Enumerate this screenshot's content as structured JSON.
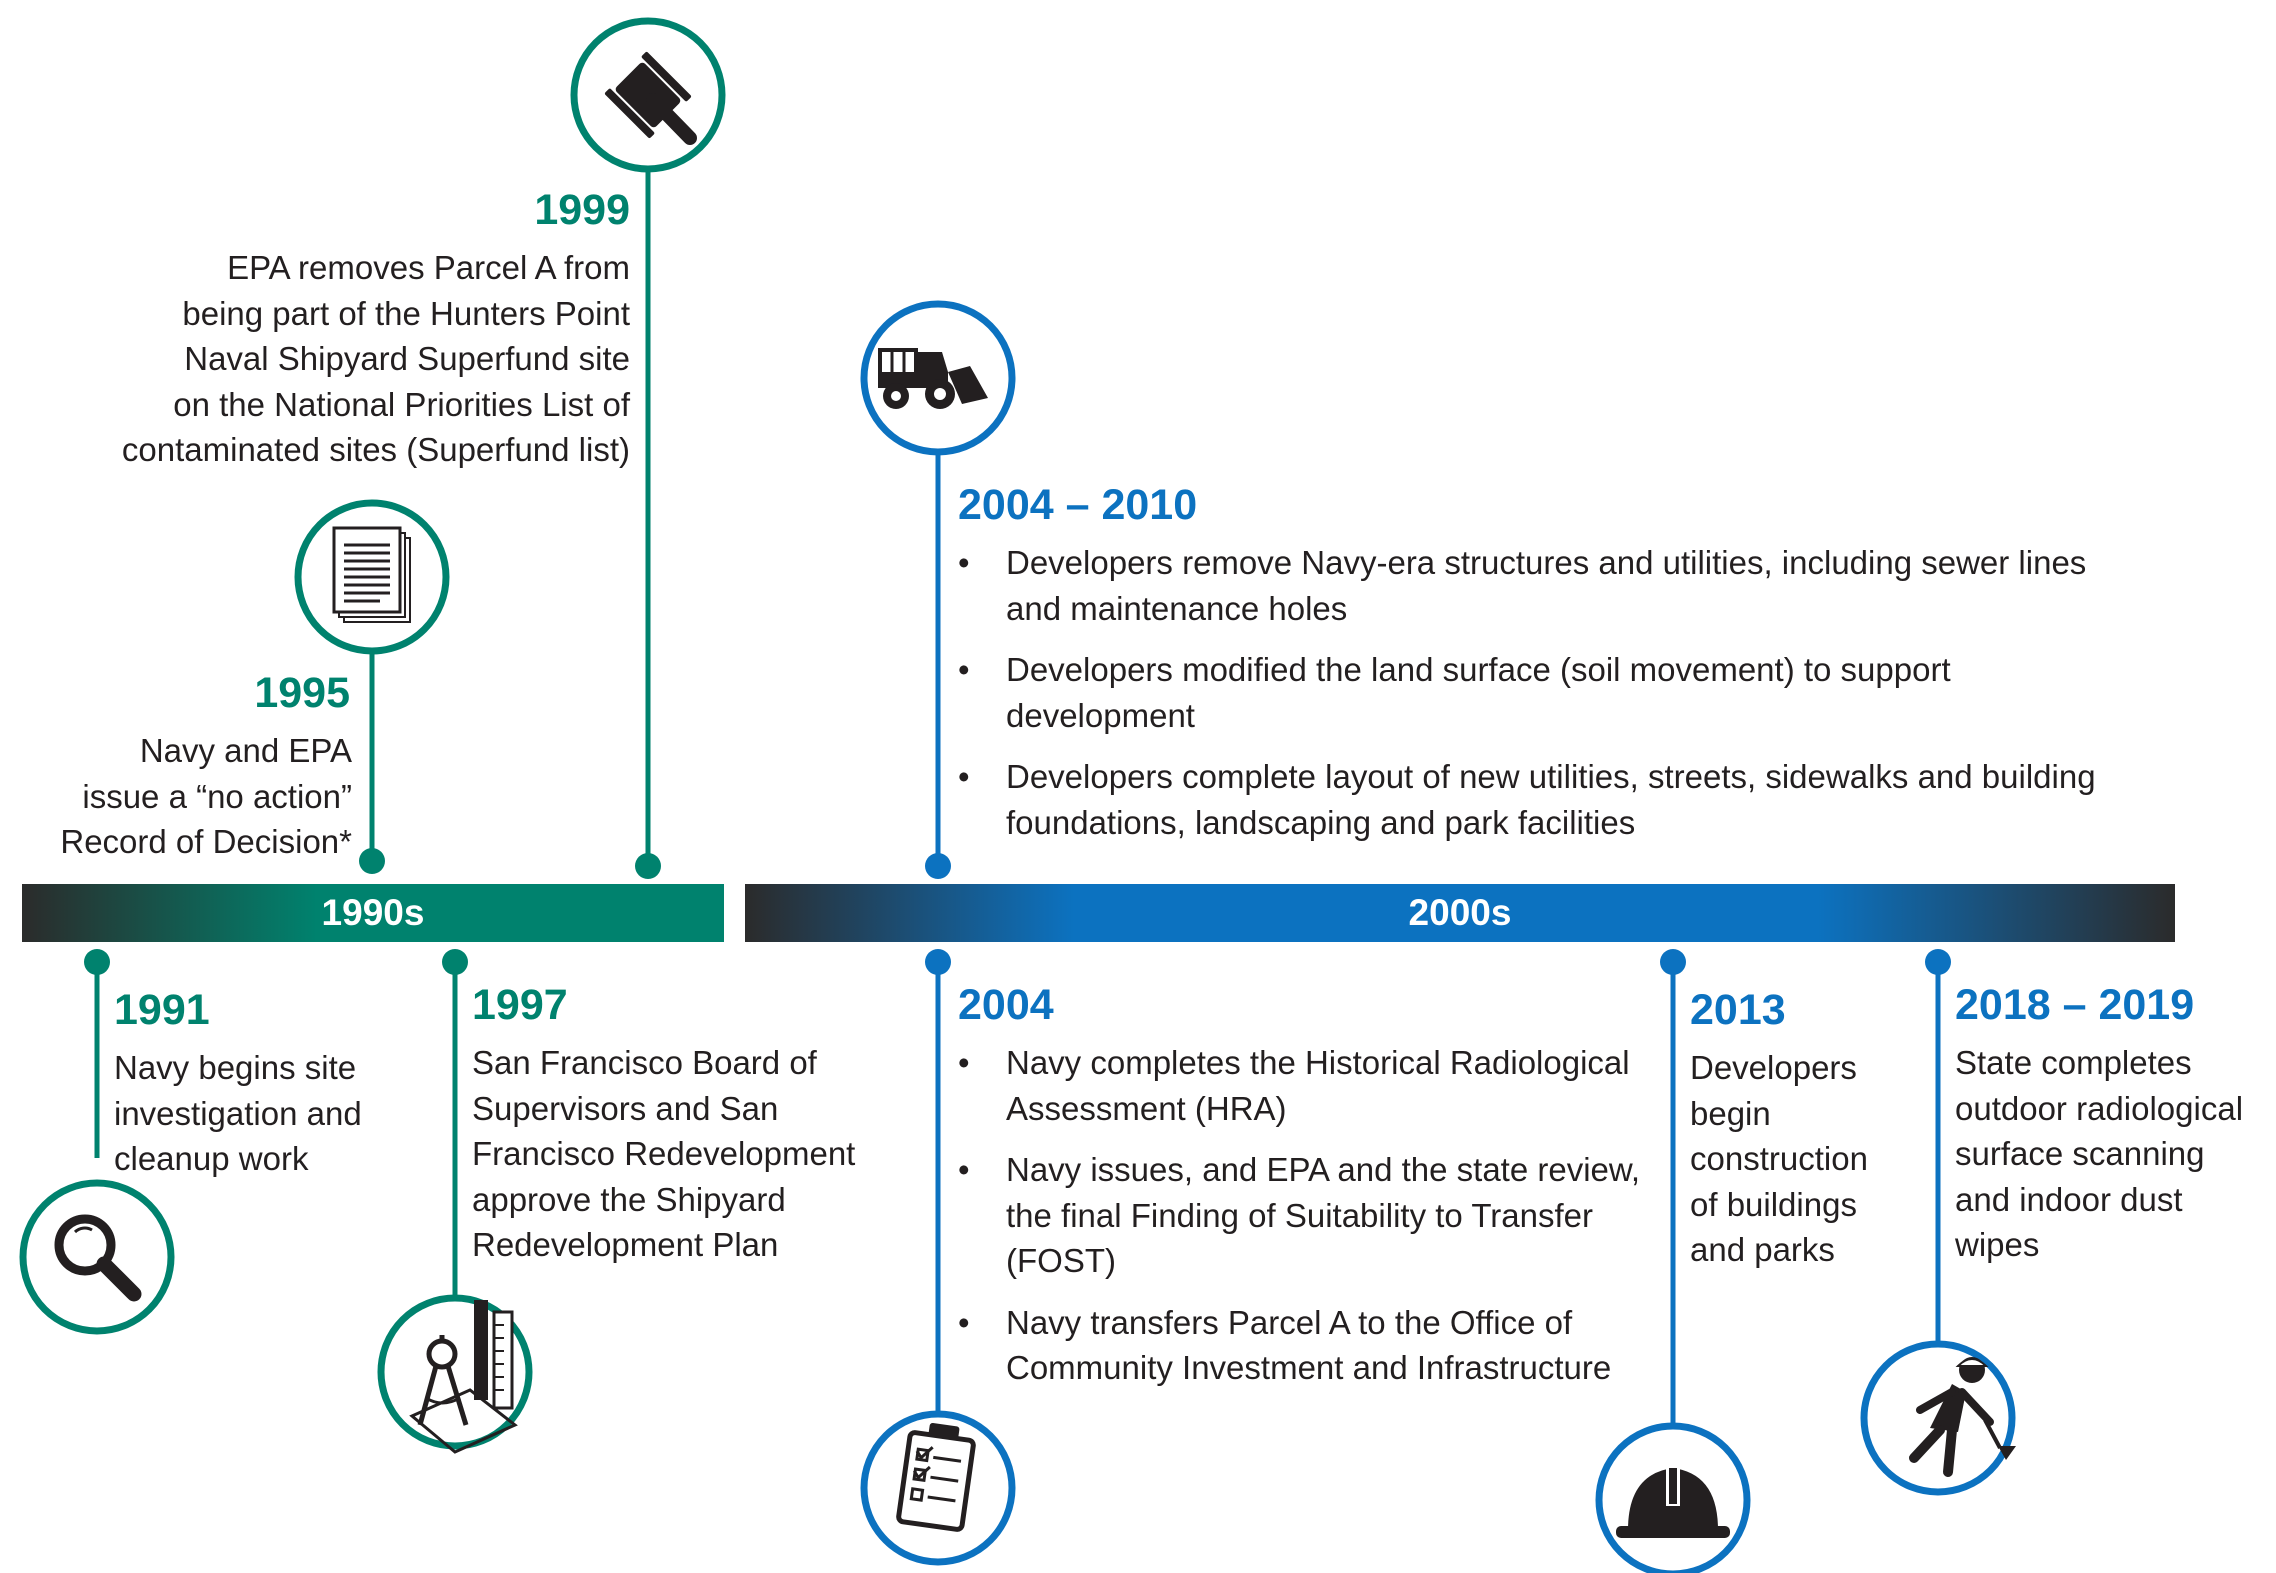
{
  "colors": {
    "teal": "#00826e",
    "blue": "#0c72c0",
    "dark": "#2b2b2b",
    "text": "#231f20"
  },
  "bars": {
    "left_label": "1990s",
    "right_label": "2000s"
  },
  "events": {
    "e1999": {
      "year": "1999",
      "icon": "gavel-icon",
      "lines": [
        "EPA removes Parcel A from",
        "being part of the Hunters Point",
        "Naval Shipyard Superfund site",
        "on the National Priorities List of",
        "contaminated sites (Superfund list)"
      ]
    },
    "e1995": {
      "year": "1995",
      "icon": "document-icon",
      "lines": [
        "Navy and EPA",
        "issue a “no action”",
        "Record of Decision*"
      ]
    },
    "e2004_2010": {
      "year": "2004 – 2010",
      "icon": "bulldozer-icon",
      "bullets": [
        [
          "Developers remove Navy-era structures and utilities, including sewer lines",
          "and maintenance holes"
        ],
        [
          "Developers modified the land surface (soil movement) to support",
          "development"
        ],
        [
          "Developers complete layout of new utilities, streets, sidewalks and building",
          "foundations, landscaping and park facilities"
        ]
      ]
    },
    "e1991": {
      "year": "1991",
      "icon": "magnifying-glass-icon",
      "lines": [
        "Navy begins site",
        "investigation and",
        "cleanup work"
      ]
    },
    "e1997": {
      "year": "1997",
      "icon": "drafting-tools-icon",
      "lines": [
        "San Francisco Board of",
        "Supervisors and San",
        "Francisco Redevelopment",
        "approve the Shipyard",
        "Redevelopment Plan"
      ]
    },
    "e2004": {
      "year": "2004",
      "icon": "clipboard-checklist-icon",
      "bullets": [
        [
          "Navy completes the Historical Radiological",
          "Assessment (HRA)"
        ],
        [
          "Navy issues, and EPA and the state review,",
          "the final Finding of Suitability to Transfer",
          "(FOST)"
        ],
        [
          "Navy transfers Parcel A to the Office of",
          "Community Investment and Infrastructure"
        ]
      ]
    },
    "e2013": {
      "year": "2013",
      "icon": "hard-hat-icon",
      "lines": [
        "Developers",
        "begin",
        "construction",
        "of buildings",
        "and parks"
      ]
    },
    "e2018": {
      "year": "2018 – 2019",
      "icon": "worker-shovel-icon",
      "lines": [
        "State completes",
        "outdoor radiological",
        "surface scanning",
        "and indoor dust",
        "wipes"
      ]
    }
  },
  "bullet_char": "•"
}
